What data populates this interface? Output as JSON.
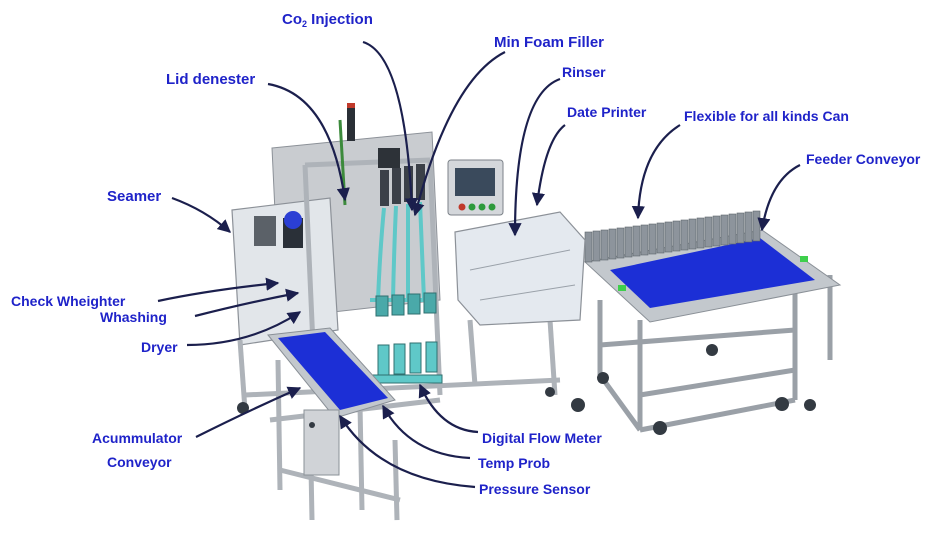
{
  "labels": {
    "co2_prefix": "Co",
    "co2_sub": "2",
    "co2_suffix": " Injection",
    "min_foam_filler": "Min Foam Filler",
    "lid_denester": "Lid denester",
    "rinser": "Rinser",
    "date_printer": "Date Printer",
    "flexible": "Flexible for all kinds Can",
    "feeder_conveyor": "Feeder Conveyor",
    "seamer": "Seamer",
    "check_wheighter": "Check Wheighter",
    "whashing": "Whashing",
    "dryer": "Dryer",
    "acumulator_line1": "Acummulator",
    "acumulator_line2": "Conveyor",
    "digital_flow_meter": "Digital Flow Meter",
    "temp_prob": "Temp Prob",
    "pressure_sensor": "Pressure Sensor"
  },
  "colors": {
    "label_text": "#1f23c9",
    "leader_line": "#1b1f4d",
    "conveyor_blue": "#1c2fd6",
    "frame_grey": "#b7bcc2",
    "panel_grey": "#cfd2d6",
    "enclosure_glass": "#e4e9ef",
    "hose_teal": "#5fc8c8",
    "can_grey": "#8d949c"
  }
}
